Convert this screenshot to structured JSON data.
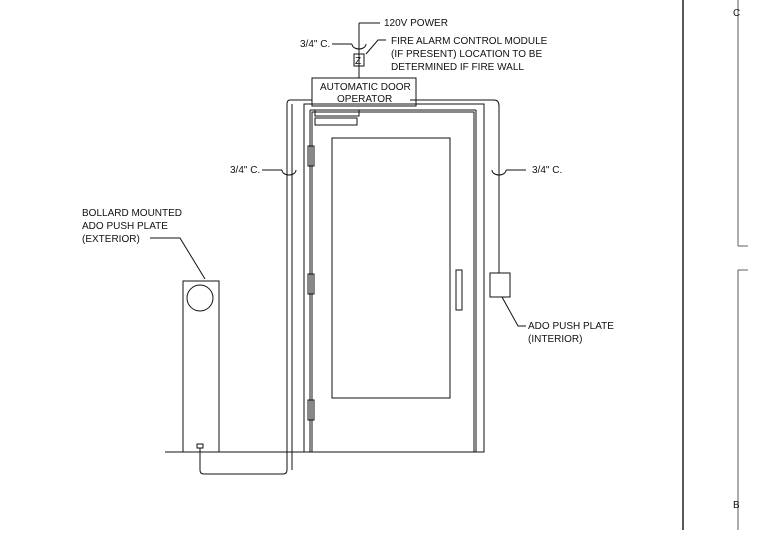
{
  "notes": {
    "power": "120V POWER",
    "conduit_top": "3/4\" C.",
    "fire_alarm_line1": "FIRE ALARM CONTROL MODULE",
    "fire_alarm_line2": "(IF PRESENT) LOCATION TO BE",
    "fire_alarm_line3": "DETERMINED IF FIRE WALL",
    "operator_line1": "AUTOMATIC DOOR",
    "operator_line2": "OPERATOR",
    "conduit_left": "3/4\" C.",
    "conduit_right": "3/4\" C.",
    "bollard_line1": "BOLLARD MOUNTED",
    "bollard_line2": "ADO PUSH PLATE",
    "bollard_line3": "(EXTERIOR)",
    "interior_line1": "ADO PUSH PLATE",
    "interior_line2": "(INTERIOR)",
    "module_symbol": "Z"
  },
  "title_block": {
    "grid_top": "C",
    "grid_bottom": "B"
  }
}
